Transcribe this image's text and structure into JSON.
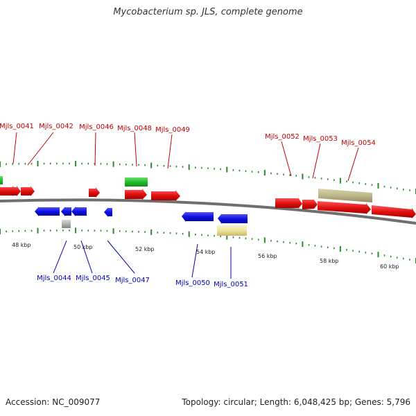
{
  "title": "Mycobacterium sp. JLS, complete genome",
  "colors": {
    "forward_gene": "#e01010",
    "reverse_gene": "#1010e0",
    "rna_gene": "#22c02a",
    "other_feature": "#bdb88a",
    "pseudo_feature": "#efe3a0",
    "gray_feature": "#b0b0b0",
    "backbone": "#7a7a7a",
    "tick": "#2a8a2a",
    "forward_label": "#c00000",
    "reverse_label": "#0000b0"
  },
  "scale_labels": [
    "48 kbp",
    "50 kbp",
    "52 kbp",
    "54 kbp",
    "56 kbp",
    "58 kbp",
    "60 kbp"
  ],
  "forward_gene_labels": [
    "Mjls_0041",
    "Mjls_0042",
    "Mjls_0046",
    "Mjls_0048",
    "Mjls_0049",
    "Mjls_0052",
    "Mjls_0053",
    "Mjls_0054"
  ],
  "reverse_gene_labels": [
    "Mjls_0044",
    "Mjls_0045",
    "Mjls_0047",
    "Mjls_0050",
    "Mjls_0051"
  ],
  "footer": {
    "accession": "Accession: NC_009077",
    "summary": "Topology: circular; Length: 6,048,425 bp; Genes: 5,796"
  }
}
